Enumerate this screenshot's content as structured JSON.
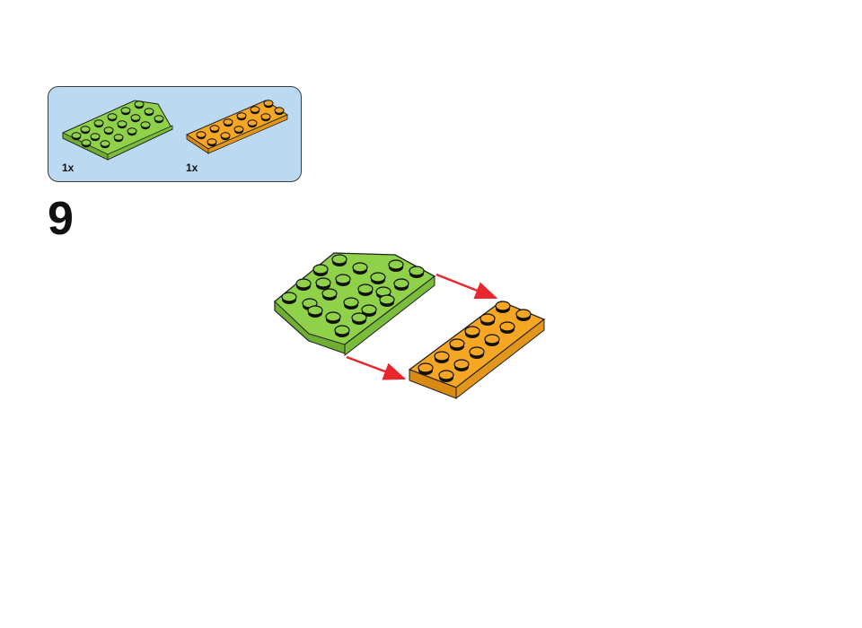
{
  "step": {
    "number": "9"
  },
  "parts_list": [
    {
      "name": "green-wedge-plate",
      "quantity": "1x",
      "color": "#8fd24a"
    },
    {
      "name": "orange-plate-2x6",
      "quantity": "1x",
      "color": "#f5a623"
    }
  ],
  "colors": {
    "green": "#8fd24a",
    "orange": "#f5a623",
    "arrow": "#e8262d",
    "panel": "#bcd9f2"
  }
}
